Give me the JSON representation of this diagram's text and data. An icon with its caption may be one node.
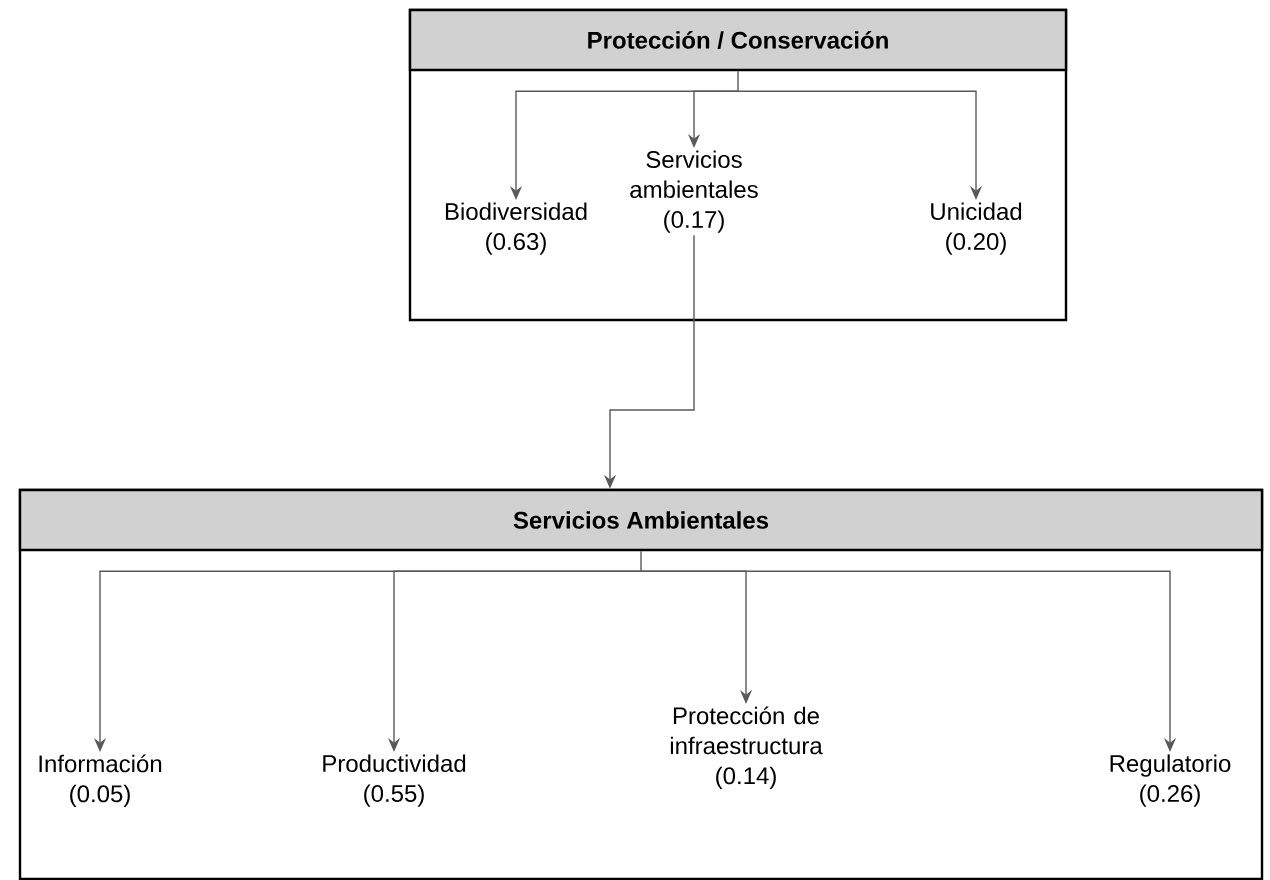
{
  "diagram": {
    "nodes": [
      {
        "text": [
          "Protección / Conservación"
        ]
      },
      {
        "text": [
          "Biodiversidad (0.63)"
        ],
        "in": 0
      },
      {
        "text": [
          "Servicios ambientales (0.17)"
        ],
        "in": 0
      },
      {
        "text": [
          "Unicidad (0.20)"
        ],
        "in": 0
      },
      {
        "text": [
          "Servicios Ambientales"
        ]
      },
      {
        "text": [
          "Información (0.05)"
        ],
        "in": 4
      },
      {
        "text": [
          "Productividad (0.55)"
        ],
        "in": 4
      },
      {
        "text": [
          "Protección de infraestructura (0.14)"
        ],
        "in": 4
      },
      {
        "text": [
          "Regulatorio (0.26)"
        ],
        "in": 4
      }
    ],
    "edges": [
      {
        "from": 0,
        "to": 1,
        "arrow": "to"
      },
      {
        "from": 0,
        "to": 2,
        "arrow": "to"
      },
      {
        "from": 0,
        "to": 3,
        "arrow": "to"
      },
      {
        "from": 2,
        "to": 4,
        "arrow": "to"
      },
      {
        "from": 4,
        "to": 5,
        "arrow": "to"
      },
      {
        "from": 4,
        "to": 6,
        "arrow": "to"
      },
      {
        "from": 4,
        "to": 7,
        "arrow": "to"
      },
      {
        "from": 4,
        "to": 8,
        "arrow": "to"
      }
    ]
  }
}
